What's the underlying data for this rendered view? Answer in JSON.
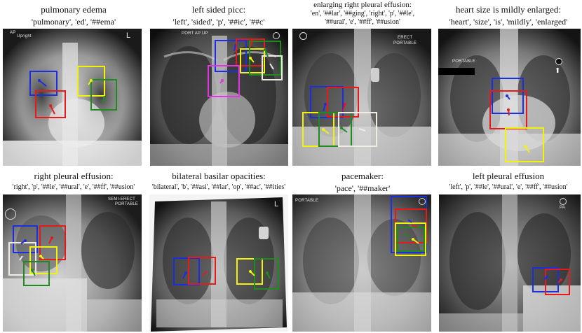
{
  "colors": {
    "blue": "#1c2fe0",
    "red": "#e31b1b",
    "yellow": "#f2f20a",
    "green": "#1f8a1f",
    "magenta": "#e433e4",
    "white": "#f0ece4"
  },
  "panels": [
    {
      "caption1": "pulmonary edema",
      "caption2": "'pulmonary', 'ed', '##ema'",
      "labels": [
        {
          "text": "AP"
        },
        {
          "text": "Upright"
        },
        {
          "text": "L"
        }
      ]
    },
    {
      "caption1": "left sided picc:",
      "caption2": "'left', 'sided', 'p', '##ic', '##c'",
      "labels": [
        {
          "text": "PORT AP UP"
        }
      ]
    },
    {
      "caption1": "enlarging right pleural effusion:",
      "caption2": "'en', '##lar', '##ging', 'right', 'p', '##le',",
      "caption3": "'##ural', 'e', '##ff', '##usion'",
      "labels": [
        {
          "text": "ERECT"
        },
        {
          "text": "PORTABLE"
        }
      ]
    },
    {
      "caption1": "heart size is mildly enlarged:",
      "caption2": "'heart', 'size', 'is', 'mildly', 'enlarged'",
      "labels": [
        {
          "text": "PORTABLE"
        }
      ]
    },
    {
      "caption1": "right pleural effusion:",
      "caption2": "'right', 'p', '##le', '##ural', 'e', '##ff', '##usion'",
      "labels": [
        {
          "text": "SEMI-ERECT"
        },
        {
          "text": "PORTABLE"
        }
      ]
    },
    {
      "caption1": "bilateral basilar opacities:",
      "caption2": "'bilateral', 'b', '##asi', '##lar', 'op', '##ac', '##ities'",
      "labels": [
        {
          "text": "L"
        }
      ]
    },
    {
      "caption1": "pacemaker:",
      "caption2": "'pace', '##maker'",
      "labels": [
        {
          "text": "PORTABLE"
        }
      ]
    },
    {
      "caption1": "left pleural effusion",
      "caption2": "'left', 'p', '##le', '##ural', 'e', '##ff', '##usion'",
      "labels": [
        {
          "text": "PA"
        }
      ]
    }
  ]
}
